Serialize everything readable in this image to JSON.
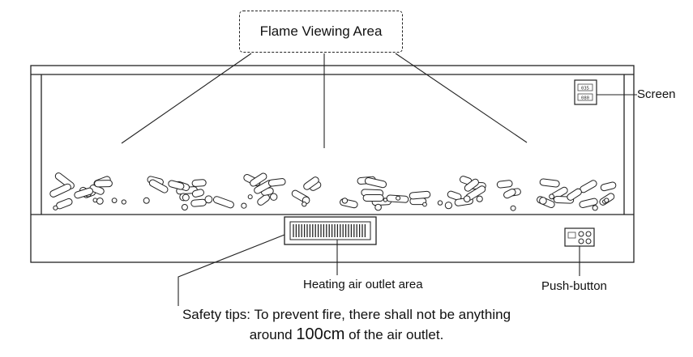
{
  "labels": {
    "title": "Flame Viewing Area",
    "screen": "Screen",
    "heating": "Heating air outlet area",
    "push_button": "Push-button"
  },
  "safety": {
    "line1": "Safety tips: To prevent fire, there shall not be anything",
    "line2_prefix": "around ",
    "line2_value": "100cm",
    "line2_suffix": " of the air outlet."
  },
  "screen_display": {
    "top": "035",
    "bottom": "080"
  },
  "colors": {
    "stroke": "#222222",
    "text": "#111111"
  }
}
